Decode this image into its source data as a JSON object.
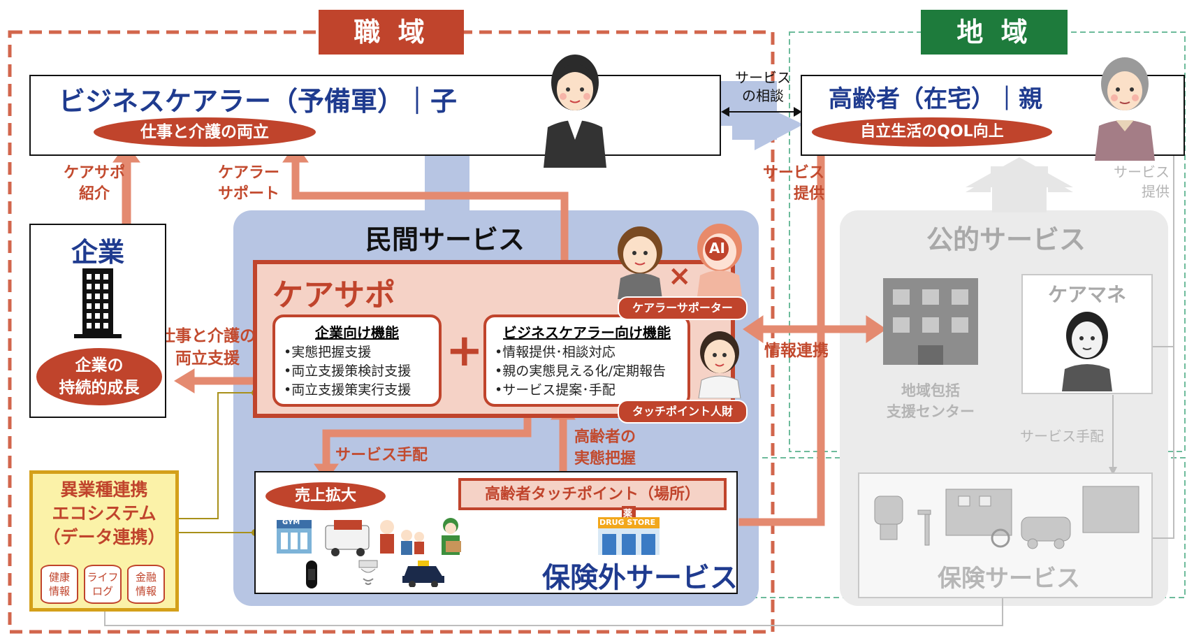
{
  "regions": {
    "workplace": "職 域",
    "community": "地 域"
  },
  "business_carer": {
    "title": "ビジネスケアラー（予備軍）｜子",
    "goal": "仕事と介護の両立"
  },
  "elderly": {
    "title": "高齢者（在宅）｜親",
    "goal": "自立生活のQOL向上"
  },
  "service_consult": "サービス\nの相談",
  "company": {
    "title": "企業",
    "goal_line1": "企業の",
    "goal_line2": "持続的成長"
  },
  "arrows": {
    "caresapo_intro_1": "ケアサポ",
    "caresapo_intro_2": "紹介",
    "carer_support_1": "ケアラー",
    "carer_support_2": "サポート",
    "service_provide_1": "サービス",
    "service_provide_2": "提供",
    "work_care_support_1": "仕事と介護の",
    "work_care_support_2": "両立支援",
    "info_link": "情報連携",
    "service_arrange": "サービス手配",
    "elderly_grasp_1": "高齢者の",
    "elderly_grasp_2": "実態把握",
    "public_service_provide_1": "サービス",
    "public_service_provide_2": "提供",
    "public_service_arrange": "サービス手配"
  },
  "private_services": {
    "title": "民間サービス",
    "caresapo": "ケアサポ",
    "plus": "+",
    "corp_functions": {
      "title": "企業向け機能",
      "items": [
        "•実態把握支援",
        "•両立支援策検討支援",
        "•両立支援策実行支援"
      ]
    },
    "carer_functions": {
      "title": "ビジネスケアラー向け機能",
      "items": [
        "•情報提供･相談対応",
        "•親の実態見える化/定期報告",
        "•サービス提案･手配"
      ]
    },
    "carer_supporter": "ケアラーサポーター",
    "touchpoint_staff": "タッチポイント人財",
    "ai_badge": "AI",
    "cross": "×"
  },
  "non_insurance": {
    "title": "保険外サービス",
    "sales_expand": "売上拡大",
    "touchpoint_place": "高齢者タッチポイント（場所）",
    "gym": "GYM",
    "drugstore": "DRUG STORE",
    "yaku": "薬"
  },
  "ecosystem": {
    "line1": "異業種連携",
    "line2": "エコシステム",
    "line3": "（データ連携）",
    "data": [
      {
        "l1": "健康",
        "l2": "情報"
      },
      {
        "l1": "ライフ",
        "l2": "ログ"
      },
      {
        "l1": "金融",
        "l2": "情報"
      }
    ]
  },
  "public_services": {
    "title": "公的サービス",
    "center_1": "地域包括",
    "center_2": "支援センター",
    "care_manager": "ケアマネ",
    "insurance": "保険サービス"
  },
  "colors": {
    "red": "#c0442c",
    "green": "#1e7b3c",
    "blue_band": "#b7c5e3",
    "arrow": "#e48a70",
    "gray_panel": "#ebebeb"
  }
}
